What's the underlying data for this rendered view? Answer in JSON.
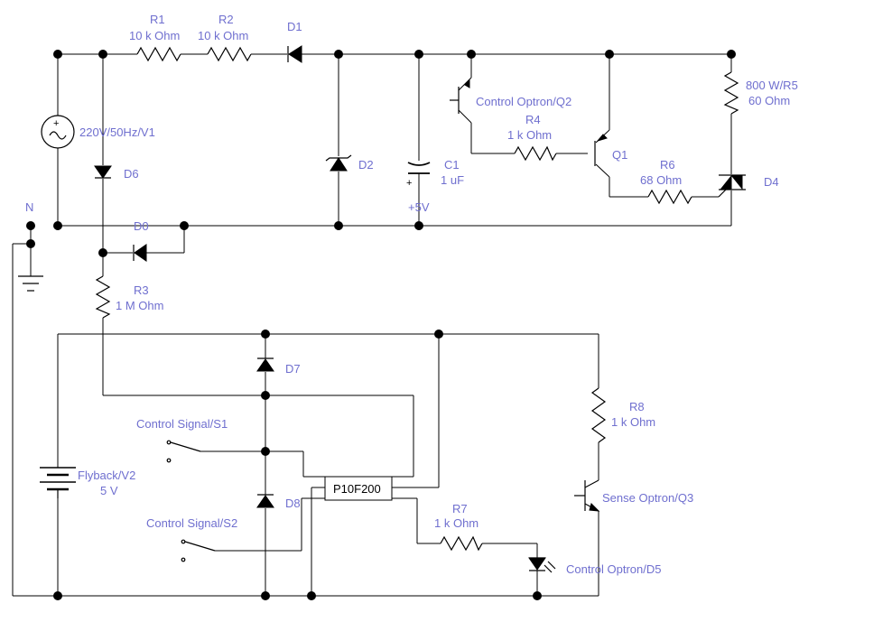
{
  "colors": {
    "wire": "#000000",
    "label": "#6f6fcf",
    "background": "#ffffff"
  },
  "labels": {
    "r1_name": "R1",
    "r1_value": "10 k Ohm",
    "r2_name": "R2",
    "r2_value": "10 k Ohm",
    "d1": "D1",
    "v1": "220V/50Hz/V1",
    "d6": "D6",
    "d0": "D0",
    "n": "N",
    "d2": "D2",
    "c1_name": "C1",
    "c1_value": "1 uF",
    "plus5v": "+5V",
    "q2": "Control Optron/Q2",
    "r4_name": "R4",
    "r4_value": "1 k Ohm",
    "q1": "Q1",
    "r6_name": "R6",
    "r6_value": "68  Ohm",
    "r5_name": "800 W/R5",
    "r5_value": "60  Ohm",
    "d4": "D4",
    "r3_name": "R3",
    "r3_value": "1 M Ohm",
    "d7": "D7",
    "d8": "D8",
    "s1": "Control Signal/S1",
    "s2": "Control Signal/S2",
    "v2_name": "Flyback/V2",
    "v2_value": "5 V",
    "chip": "P10F200",
    "r7_name": "R7",
    "r7_value": "1 k Ohm",
    "r8_name": "R8",
    "r8_value": "1 k Ohm",
    "q3": "Sense Optron/Q3",
    "d5": "Control Optron/D5"
  }
}
